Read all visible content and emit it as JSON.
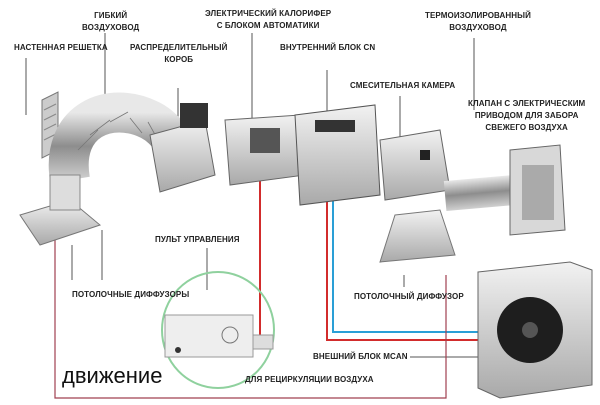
{
  "labels": {
    "flexible_duct": [
      "ГИБКИЙ",
      "ВОЗДУХОВОД"
    ],
    "wall_grille": "НАСТЕННАЯ РЕШЕТКА",
    "distribution_box": [
      "РАСПРЕДЕЛИТЕЛЬНЫЙ",
      "КОРОБ"
    ],
    "electric_heater": [
      "ЭЛЕКТРИЧЕСКИЙ КАЛОРИФЕР",
      "С БЛОКОМ АВТОМАТИКИ"
    ],
    "indoor_unit": "ВНУТРЕННИЙ БЛОК CN",
    "mixing_chamber": "СМЕСИТЕЛЬНАЯ КАМЕРА",
    "insulated_duct": [
      "ТЕРМОИЗОЛИРОВАННЫЙ",
      "ВОЗДУХОВОД"
    ],
    "damper": [
      "КЛАПАН С ЭЛЕКТРИЧЕСКИМ",
      "ПРИВОДОМ ДЛЯ ЗАБОРА",
      "СВЕЖЕГО ВОЗДУХА"
    ],
    "control_panel": "ПУЛЬТ УПРАВЛЕНИЯ",
    "ceiling_diffusers": "ПОТОЛОЧНЫЕ ДИФФУЗОРЫ",
    "ceiling_diffuser": "ПОТОЛОЧНЫЙ ДИФФУЗОР",
    "outdoor_unit": "ВНЕШНИЙ БЛОК MCAN",
    "recirculation": "ДЛЯ РЕЦИРКУЛЯЦИИ ВОЗДУХА"
  },
  "caption": "движение",
  "colors": {
    "refrigerant_red": "#d22c2c",
    "refrigerant_blue": "#2a9fd6",
    "return_line": "#a04050",
    "highlight_circle": "#8fd19e"
  }
}
